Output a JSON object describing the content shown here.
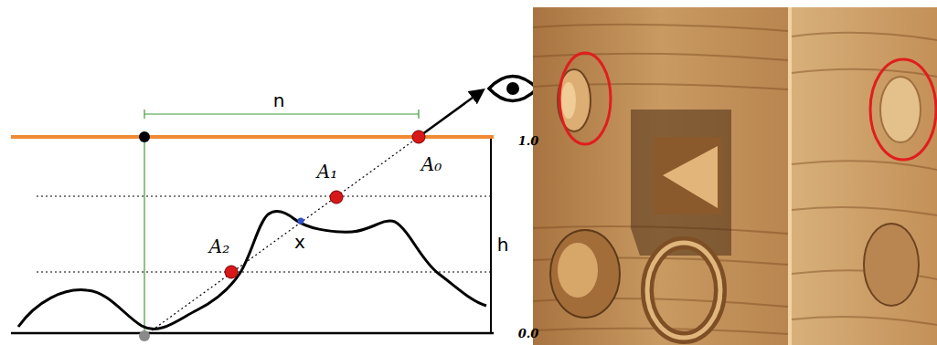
{
  "diagram": {
    "labels": [
      "n",
      "A₀",
      "1.0",
      "A₁",
      "x",
      "h",
      "A₂",
      "0.0"
    ]
  }
}
